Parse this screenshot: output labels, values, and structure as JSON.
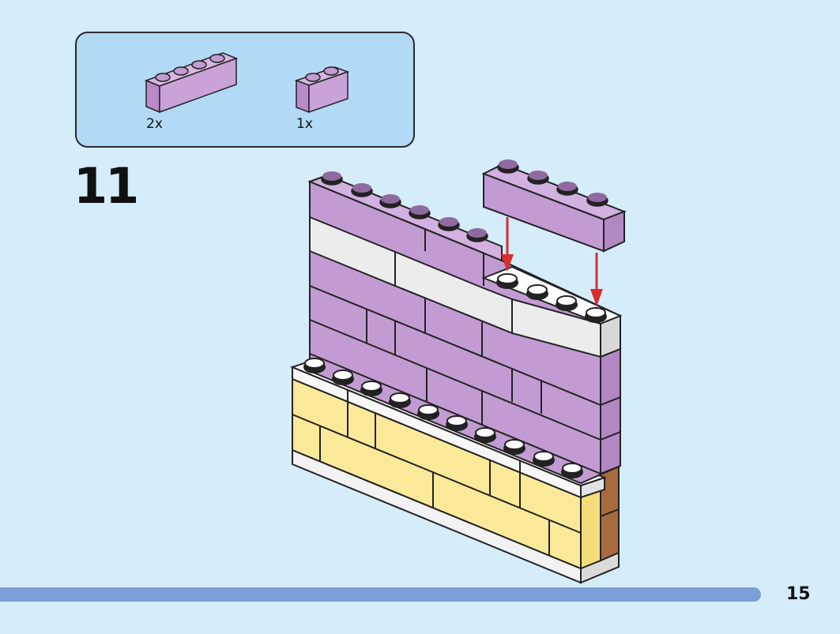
{
  "parts_list": {
    "items": [
      {
        "brick": "lavender-1x4-brick",
        "quantity": "2x"
      },
      {
        "brick": "lavender-1x2-brick",
        "quantity": "1x"
      }
    ]
  },
  "step": {
    "number": "11"
  },
  "page": {
    "number": "15"
  },
  "colors": {
    "background": "#d5ecfb",
    "parts_box": "#b2d9f6",
    "lavender": "#c39bd3",
    "white": "#f2f2f2",
    "yellow": "#fbe99a",
    "brown": "#a86a3f",
    "arrow": "#d92c2c",
    "progress": "#7b9fd6"
  }
}
